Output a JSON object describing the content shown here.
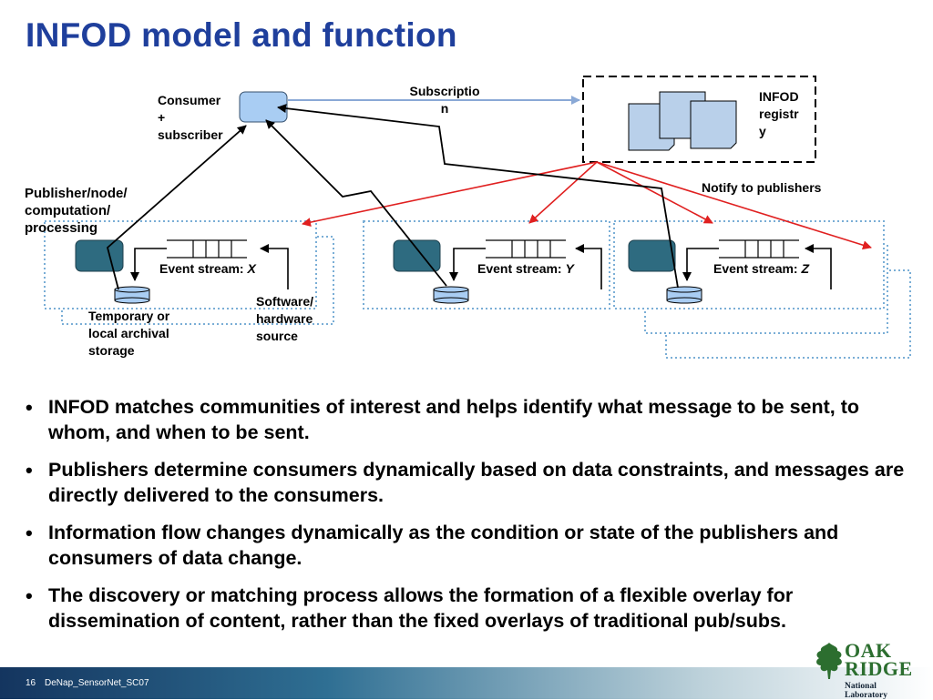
{
  "slide": {
    "title": "INFOD model and function",
    "page_number": "16",
    "footer_text": "DeNap_SensorNet_SC07"
  },
  "diagram": {
    "consumer_label": "Consumer\n+\nsubscriber",
    "subscription_label": "Subscriptio\nn",
    "registry_label": "INFOD\nregistr\ny",
    "notify_label": "Notify to publishers",
    "publisher_label": "Publisher/node/\ncomputation/\nprocessing",
    "streams": [
      {
        "prefix": "Event stream: ",
        "name": "X"
      },
      {
        "prefix": "Event stream: ",
        "name": "Y"
      },
      {
        "prefix": "Event stream: ",
        "name": "Z"
      }
    ],
    "storage_label": "Temporary or\nlocal archival\nstorage",
    "source_label": "Software/\nhardware\nsource"
  },
  "bullets": [
    "INFOD matches communities of interest and helps identify what message to be sent, to whom, and when to be sent.",
    "Publishers determine consumers dynamically based on data constraints, and messages are directly delivered to the consumers.",
    "Information flow changes dynamically as the condition or state of the publishers and consumers of data change.",
    "The discovery or matching process allows the formation of a flexible overlay for dissemination of content, rather than the fixed overlays of traditional pub/subs."
  ],
  "logo": {
    "oak": "OAK",
    "ridge": "RIDGE",
    "lab": "National Laboratory"
  },
  "colors": {
    "title": "#1f3f9c",
    "node_fill": "#2e6b80",
    "dotted_border": "#7aaed6",
    "notify_arrow": "#e02020",
    "subscription_arrow": "#8aa9d6",
    "consumer_fill": "#a9cdf3",
    "doc_fill": "#b9d0ea"
  }
}
